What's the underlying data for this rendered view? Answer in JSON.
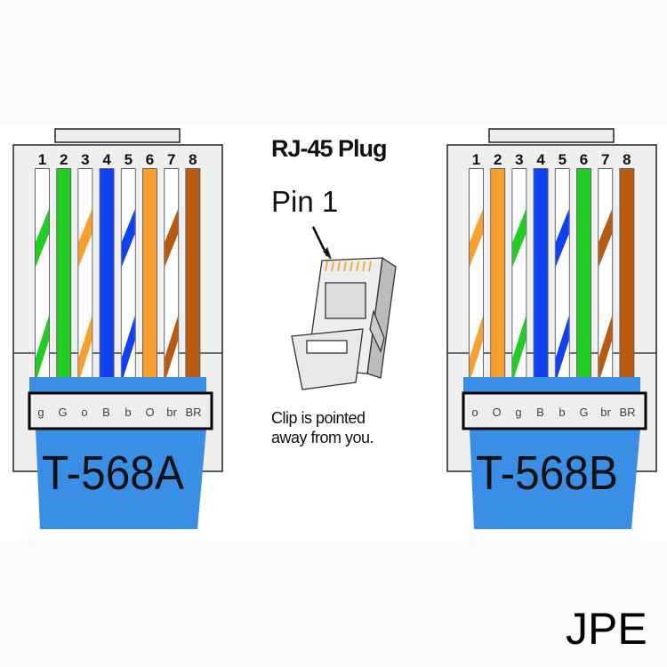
{
  "center": {
    "title": "RJ-45 Plug",
    "pin_label": "Pin 1",
    "note_line1": "Clip is pointed",
    "note_line2": "away from you."
  },
  "connectors": [
    {
      "name": "T-568A",
      "pins": [
        "1",
        "2",
        "3",
        "4",
        "5",
        "6",
        "7",
        "8"
      ],
      "labels": [
        "g",
        "G",
        "o",
        "B",
        "b",
        "O",
        "br",
        "BR"
      ],
      "wires": [
        {
          "color": "#22cc22",
          "striped": true
        },
        {
          "color": "#22cc22",
          "striped": false
        },
        {
          "color": "#f7a030",
          "striped": true
        },
        {
          "color": "#1040f0",
          "striped": false
        },
        {
          "color": "#1040f0",
          "striped": true
        },
        {
          "color": "#f7a030",
          "striped": false
        },
        {
          "color": "#b85a10",
          "striped": true
        },
        {
          "color": "#b85a10",
          "striped": false
        }
      ]
    },
    {
      "name": "T-568B",
      "pins": [
        "1",
        "2",
        "3",
        "4",
        "5",
        "6",
        "7",
        "8"
      ],
      "labels": [
        "o",
        "O",
        "g",
        "B",
        "b",
        "G",
        "br",
        "BR"
      ],
      "wires": [
        {
          "color": "#f7a030",
          "striped": true
        },
        {
          "color": "#f7a030",
          "striped": false
        },
        {
          "color": "#22cc22",
          "striped": true
        },
        {
          "color": "#1040f0",
          "striped": false
        },
        {
          "color": "#1040f0",
          "striped": true
        },
        {
          "color": "#22cc22",
          "striped": false
        },
        {
          "color": "#b85a10",
          "striped": true
        },
        {
          "color": "#b85a10",
          "striped": false
        }
      ]
    }
  ],
  "watermark": "JPE",
  "colors": {
    "boot": "#3a8ee6",
    "housing": "#efefef"
  }
}
